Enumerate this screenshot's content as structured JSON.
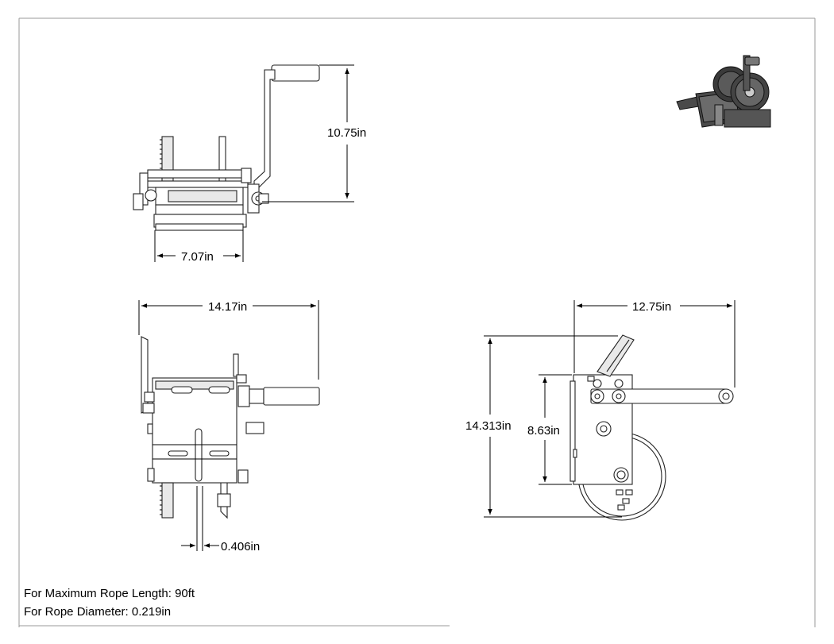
{
  "dimensions": {
    "top_view_height": "10.75in",
    "top_view_width": "7.07in",
    "front_view_width": "14.17in",
    "front_view_offset": "0.406in",
    "side_view_width": "12.75in",
    "side_view_overall_height": "14.313in",
    "side_view_body_height": "8.63in"
  },
  "notes": {
    "rope_length": "For Maximum Rope Length: 90ft",
    "rope_diameter": "For Rope Diameter: 0.219in"
  },
  "colors": {
    "line": "#000000",
    "frame": "#888888",
    "dark_part": "#4a4a4a"
  }
}
